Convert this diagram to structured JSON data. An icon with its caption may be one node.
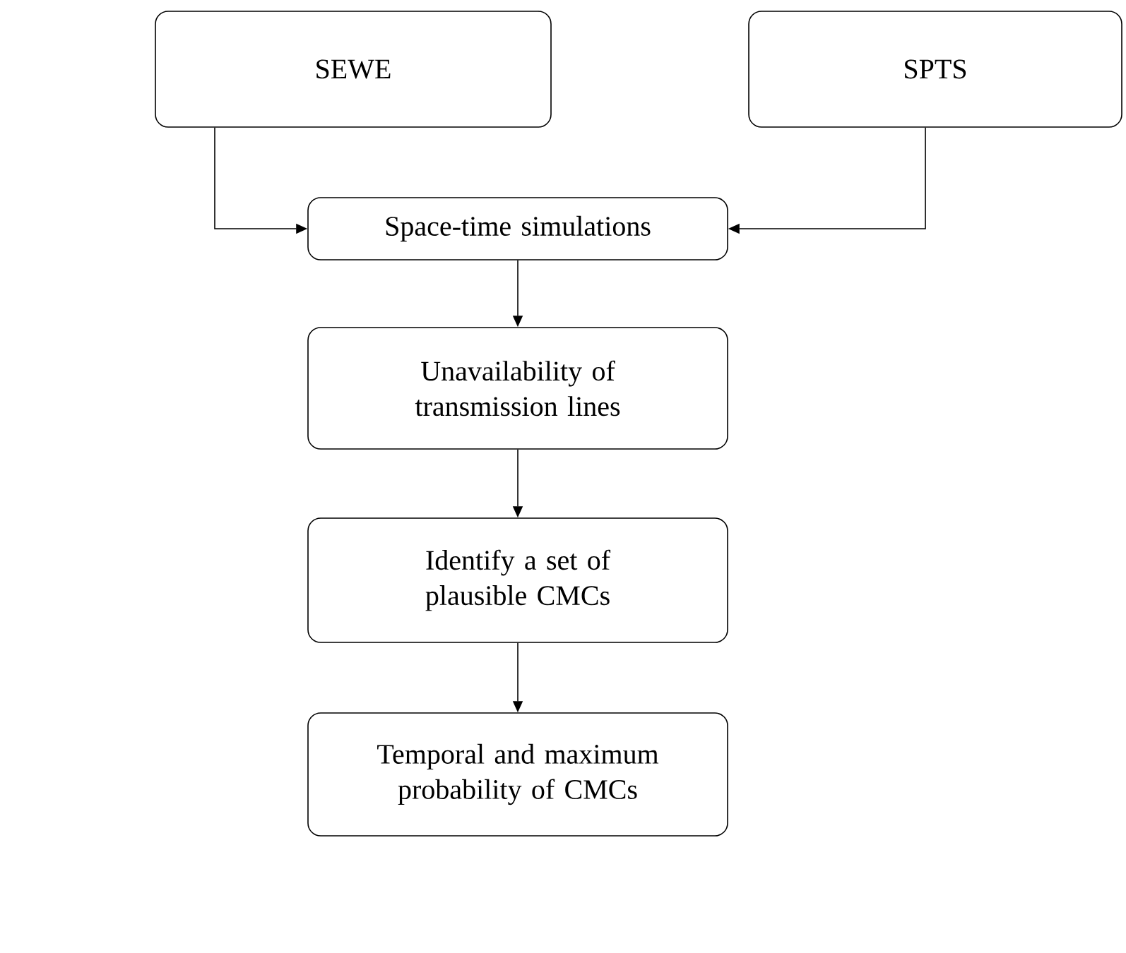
{
  "diagram": {
    "nodes": [
      {
        "text": [
          "SEWE"
        ]
      },
      {
        "text": [
          "SPTS"
        ]
      },
      {
        "text": [
          "Space-time simulations"
        ]
      },
      {
        "text": [
          "Unavailability of transmission lines"
        ]
      },
      {
        "text": [
          "Identify a set of plausible CMCs"
        ]
      },
      {
        "text": [
          "Temporal and maximum probability of CMCs"
        ]
      }
    ],
    "edges": [
      {
        "from": 0,
        "to": 2,
        "arrow": "to"
      },
      {
        "from": 1,
        "to": 2,
        "arrow": "to"
      },
      {
        "from": 2,
        "to": 3,
        "arrow": "to"
      },
      {
        "from": 3,
        "to": 4,
        "arrow": "to"
      },
      {
        "from": 4,
        "to": 5,
        "arrow": "to"
      }
    ]
  }
}
